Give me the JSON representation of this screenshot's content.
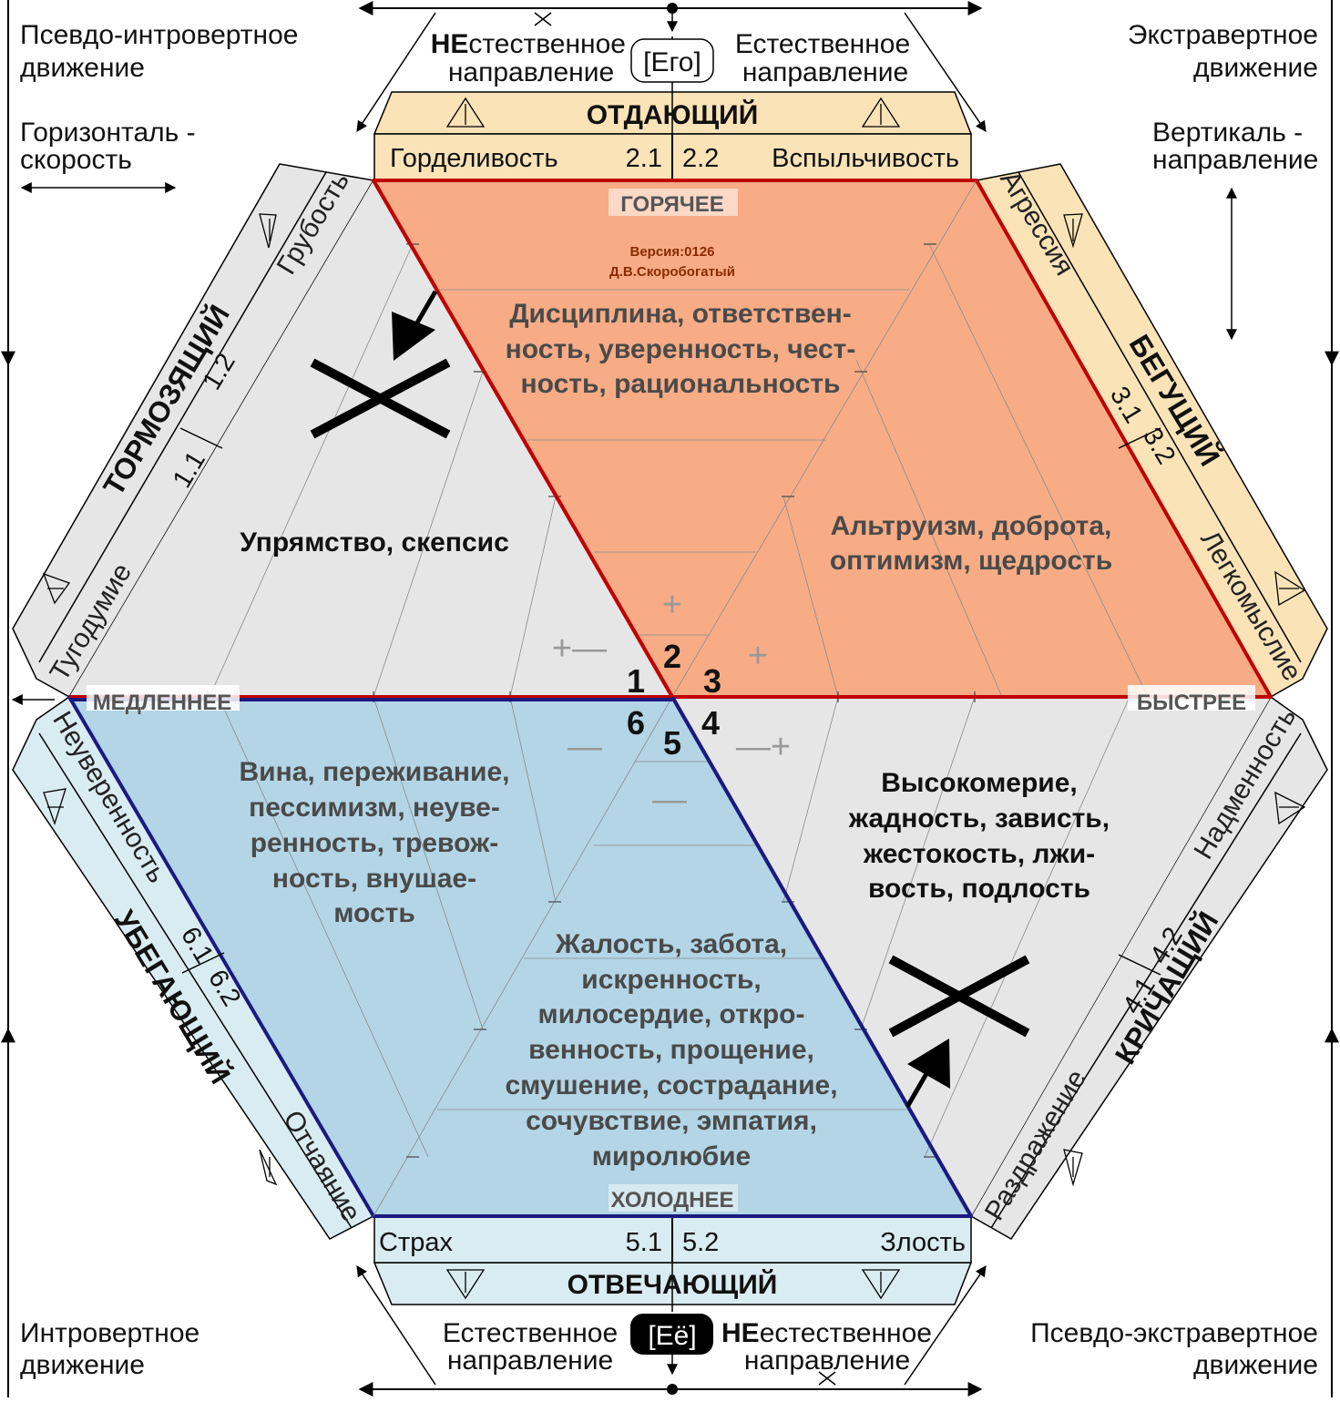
{
  "corners": {
    "top_left": [
      "Псевдо-интровертное",
      "движение"
    ],
    "top_right": [
      "Экстравертное",
      "движение"
    ],
    "bottom_left": [
      "Интровертное",
      "движение"
    ],
    "bottom_right": [
      "Псевдо-экстравертное",
      "движение"
    ],
    "horizontal": [
      "Горизонталь -",
      "скорость"
    ],
    "vertical": [
      "Вертикаль -",
      "направление"
    ]
  },
  "top": {
    "unnatural_prefix": "НЕ",
    "unnatural_rest": "стественное",
    "direction_word": "направление",
    "natural": "Естественное",
    "ego": "[Его]",
    "band_title": "ОТДАЮЩИЙ",
    "left_trait": "Горделивость",
    "left_code": "2.1",
    "right_code": "2.2",
    "right_trait": "Вспыльчивость"
  },
  "bottom": {
    "natural": "Естественное",
    "direction_word": "направление",
    "unnatural_prefix": "НЕ",
    "unnatural_rest": "естественное",
    "ee": "[Eё]",
    "band_title": "ОТВЕЧАЮЩИЙ",
    "left_trait": "Страх",
    "left_code": "5.1",
    "right_code": "5.2",
    "right_trait": "Злость"
  },
  "bands": {
    "upper_left": {
      "title": "ТОРМОЗЯЩИЙ",
      "code_a": "1.1",
      "code_b": "1.2",
      "trait_top": "Грубость",
      "trait_bottom": "Тугодумие"
    },
    "upper_right": {
      "title": "БЕГУЩИЙ",
      "code_a": "3.1",
      "code_b": "3.2",
      "trait_top": "Агрессия",
      "trait_bottom": "Легкомыслие"
    },
    "lower_left": {
      "title": "УБЕГАЮЩИЙ",
      "code_a": "6.1",
      "code_b": "6.2",
      "trait_top": "Неуверенность",
      "trait_bottom": "Отчаяние"
    },
    "lower_right": {
      "title": "КРИЧАЩИЙ",
      "code_a": "4.1",
      "code_b": "4.2",
      "trait_top": "Надменность",
      "trait_bottom": "Раздражение"
    }
  },
  "axis_labels": {
    "hot": "ГОРЯЧЕЕ",
    "cold": "ХОЛОДНЕЕ",
    "slower": "МЕДЛЕННЕЕ",
    "faster": "БЫСТРЕЕ"
  },
  "version": {
    "line1": "Версия:0126",
    "line2": "Д.В.Скоробогатый"
  },
  "regions": {
    "top_center": [
      "Дисциплина, ответствен-",
      "ность, уверенность, чест-",
      "ность, рациональность"
    ],
    "right_upper": [
      "Альтруизм, доброта,",
      "оптимизм, щедрость"
    ],
    "left_upper": [
      "Упрямство, скепсис"
    ],
    "left_lower": [
      "Вина, переживание,",
      "пессимизм, неуве-",
      "ренность, тревож-",
      "ность, внушае-",
      "мость"
    ],
    "right_lower": [
      "Высокомерие,",
      "жадность, зависть,",
      "жестокость, лжи-",
      "вость, подлость"
    ],
    "bottom_center": [
      "Жалость, забота,",
      "искренность,",
      "милосердие, откро-",
      "венность, прощение,",
      "смушение, сострадание,",
      "сочувствие, эмпатия,",
      "миролюбие"
    ]
  },
  "sectors": [
    "1",
    "2",
    "3",
    "4",
    "5",
    "6"
  ],
  "signs": {
    "plus": "+",
    "minus": "—",
    "plus_minus": "+—",
    "minus_plus": "—+"
  },
  "colors": {
    "hot_fill": "#f7ac86",
    "hot_border": "#c00000",
    "cold_fill": "#b3d5e6",
    "cold_border": "#1a1a80",
    "gray_fill": "#e6e6e6",
    "band_warm": "#fbe3b8",
    "band_cool": "#d9ecf2"
  }
}
